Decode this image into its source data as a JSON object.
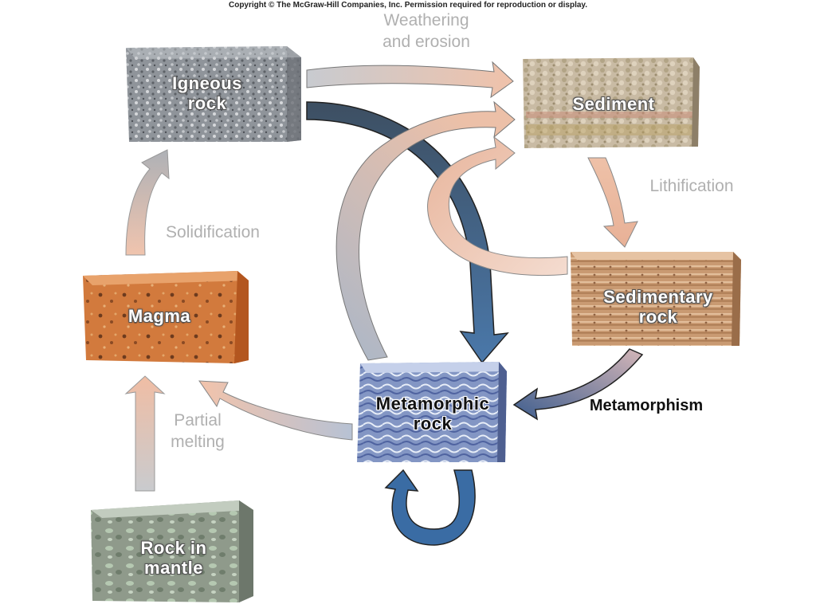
{
  "copyright": "Copyright © The McGraw-Hill Companies, Inc. Permission required for reproduction or display.",
  "rocks": {
    "igneous": {
      "label_line1": "Igneous",
      "label_line2": "rock"
    },
    "sediment": {
      "label": "Sediment"
    },
    "sedimentary": {
      "label_line1": "Sedimentary",
      "label_line2": "rock"
    },
    "metamorphic": {
      "label_line1": "Metamorphic",
      "label_line2": "rock"
    },
    "magma": {
      "label": "Magma"
    },
    "mantle": {
      "label_line1": "Rock in",
      "label_line2": "mantle"
    }
  },
  "processes": {
    "weathering_line1": "Weathering",
    "weathering_line2": "and erosion",
    "lithification": "Lithification",
    "solidification": "Solidification",
    "partial_melting_line1": "Partial",
    "partial_melting_line2": "melting",
    "metamorphism": "Metamorphism"
  },
  "colors": {
    "igneous": "#8f949a",
    "sediment": "#c4b8a2",
    "sedimentary": "#c99a72",
    "metamorphic": "#7d8fbc",
    "magma": "#d2793c",
    "mantle": "#8fa08f",
    "arrow_blue": "#3f6ea3",
    "arrow_dark": "#3c5570",
    "arrow_pink": "#eab9a2",
    "arrow_gray": "#a8abb0"
  }
}
